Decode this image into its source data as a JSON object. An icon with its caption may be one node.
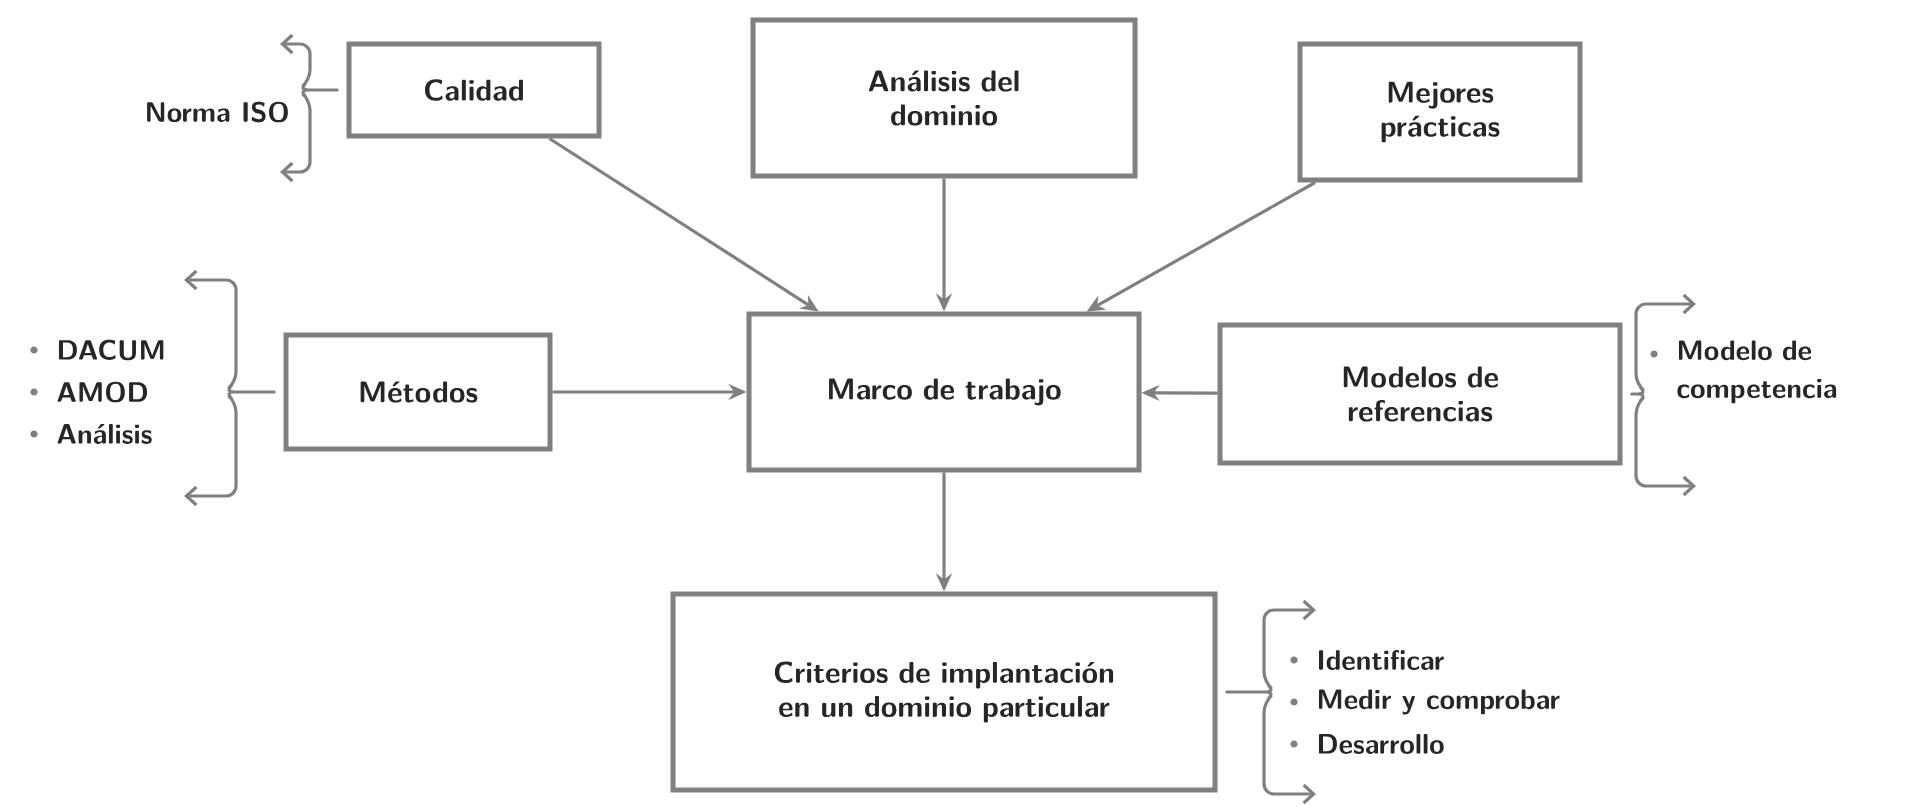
{
  "diagram": {
    "nodes": [
      {
        "text": [
          "Calidad"
        ],
        "beside": [
          "Norma ISO"
        ]
      },
      {
        "text": [
          "Análisis del dominio"
        ]
      },
      {
        "text": [
          "Mejores prácticas"
        ]
      },
      {
        "text": [
          "Métodos"
        ],
        "beside": [
          "DACUM",
          "AMOD",
          "Análisis"
        ]
      },
      {
        "text": [
          "Marco de trabajo"
        ]
      },
      {
        "text": [
          "Modelos de referencias"
        ],
        "beside": [
          "Modelo de competencia"
        ]
      },
      {
        "text": [
          "Criterios de implantación en un dominio particular"
        ],
        "beside": [
          "Identificar",
          "Medir y comprobar",
          "Desarrollo"
        ]
      }
    ],
    "edges": [
      {
        "from": 0,
        "to": 4,
        "arrow": "to"
      },
      {
        "from": 1,
        "to": 4,
        "arrow": "to"
      },
      {
        "from": 2,
        "to": 4,
        "arrow": "to"
      },
      {
        "from": 3,
        "to": 4,
        "arrow": "to"
      },
      {
        "from": 5,
        "to": 4,
        "arrow": "to"
      },
      {
        "from": 4,
        "to": 6,
        "arrow": "to"
      }
    ]
  }
}
